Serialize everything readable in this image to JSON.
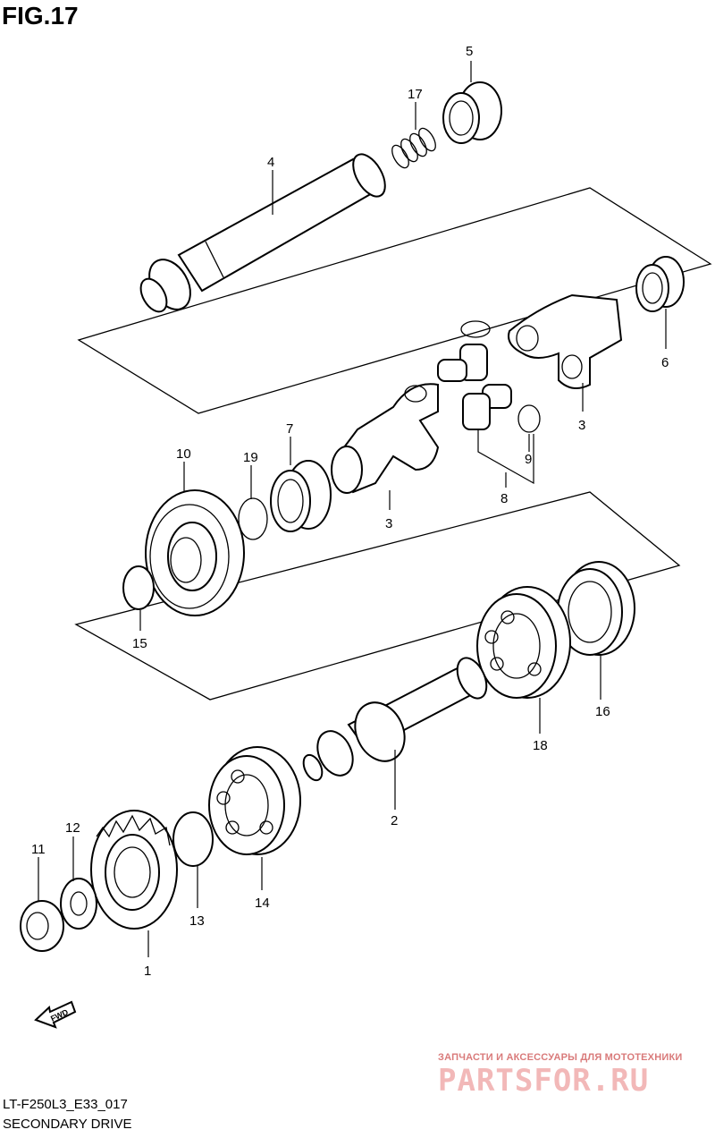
{
  "figure": {
    "title": "FIG.17"
  },
  "callouts": {
    "c1": "1",
    "c2": "2",
    "c3a": "3",
    "c3b": "3",
    "c4": "4",
    "c5": "5",
    "c6": "6",
    "c7": "7",
    "c8": "8",
    "c9": "9",
    "c10": "10",
    "c11": "11",
    "c12": "12",
    "c13": "13",
    "c14": "14",
    "c15": "15",
    "c16": "16",
    "c17": "17",
    "c18": "18",
    "c19": "19"
  },
  "fwd": {
    "label": "FWD"
  },
  "footer": {
    "code": "LT-F250L3_E33_017",
    "name": "SECONDARY DRIVE"
  },
  "watermark": {
    "tagline": "ЗАПЧАСТИ И АКСЕССУАРЫ ДЛЯ МОТОТЕХНИКИ",
    "brand": "PARTSFOR.RU"
  }
}
